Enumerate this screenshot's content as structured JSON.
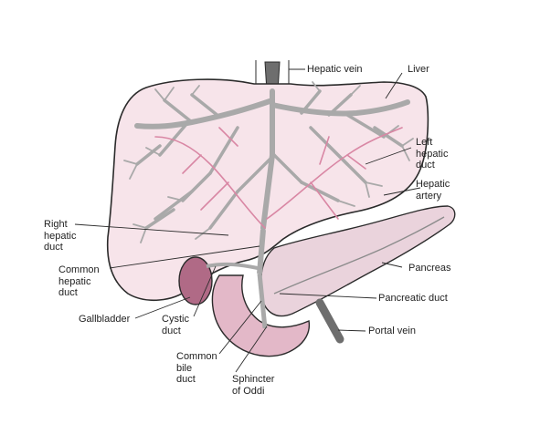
{
  "labels": {
    "hepatic_vein": "Hepatic vein",
    "liver": "Liver",
    "left_hepatic_duct": "Left\nhepatic\nduct",
    "hepatic_artery": "Hepatic\nartery",
    "right_hepatic_duct": "Right\nhepatic\nduct",
    "common_hepatic_duct": "Common\nhepatic\nduct",
    "pancreas": "Pancreas",
    "pancreatic_duct": "Pancreatic duct",
    "gallbladder": "Gallbladder",
    "cystic_duct": "Cystic\nduct",
    "portal_vein": "Portal vein",
    "common_bile_duct": "Common\nbile\nduct",
    "sphincter_of_oddi": "Sphincter\nof Oddi"
  },
  "colors": {
    "liver_fill": "#f7e4ea",
    "pancreas_fill": "#ead3dc",
    "duodenum_fill": "#e3b8c8",
    "gallbladder_fill": "#b06a86",
    "vessel_gray": "#a9a9a9",
    "vein_dark": "#6e6e6e",
    "artery_pink": "#d987a4",
    "outline": "#2b2b2b"
  }
}
